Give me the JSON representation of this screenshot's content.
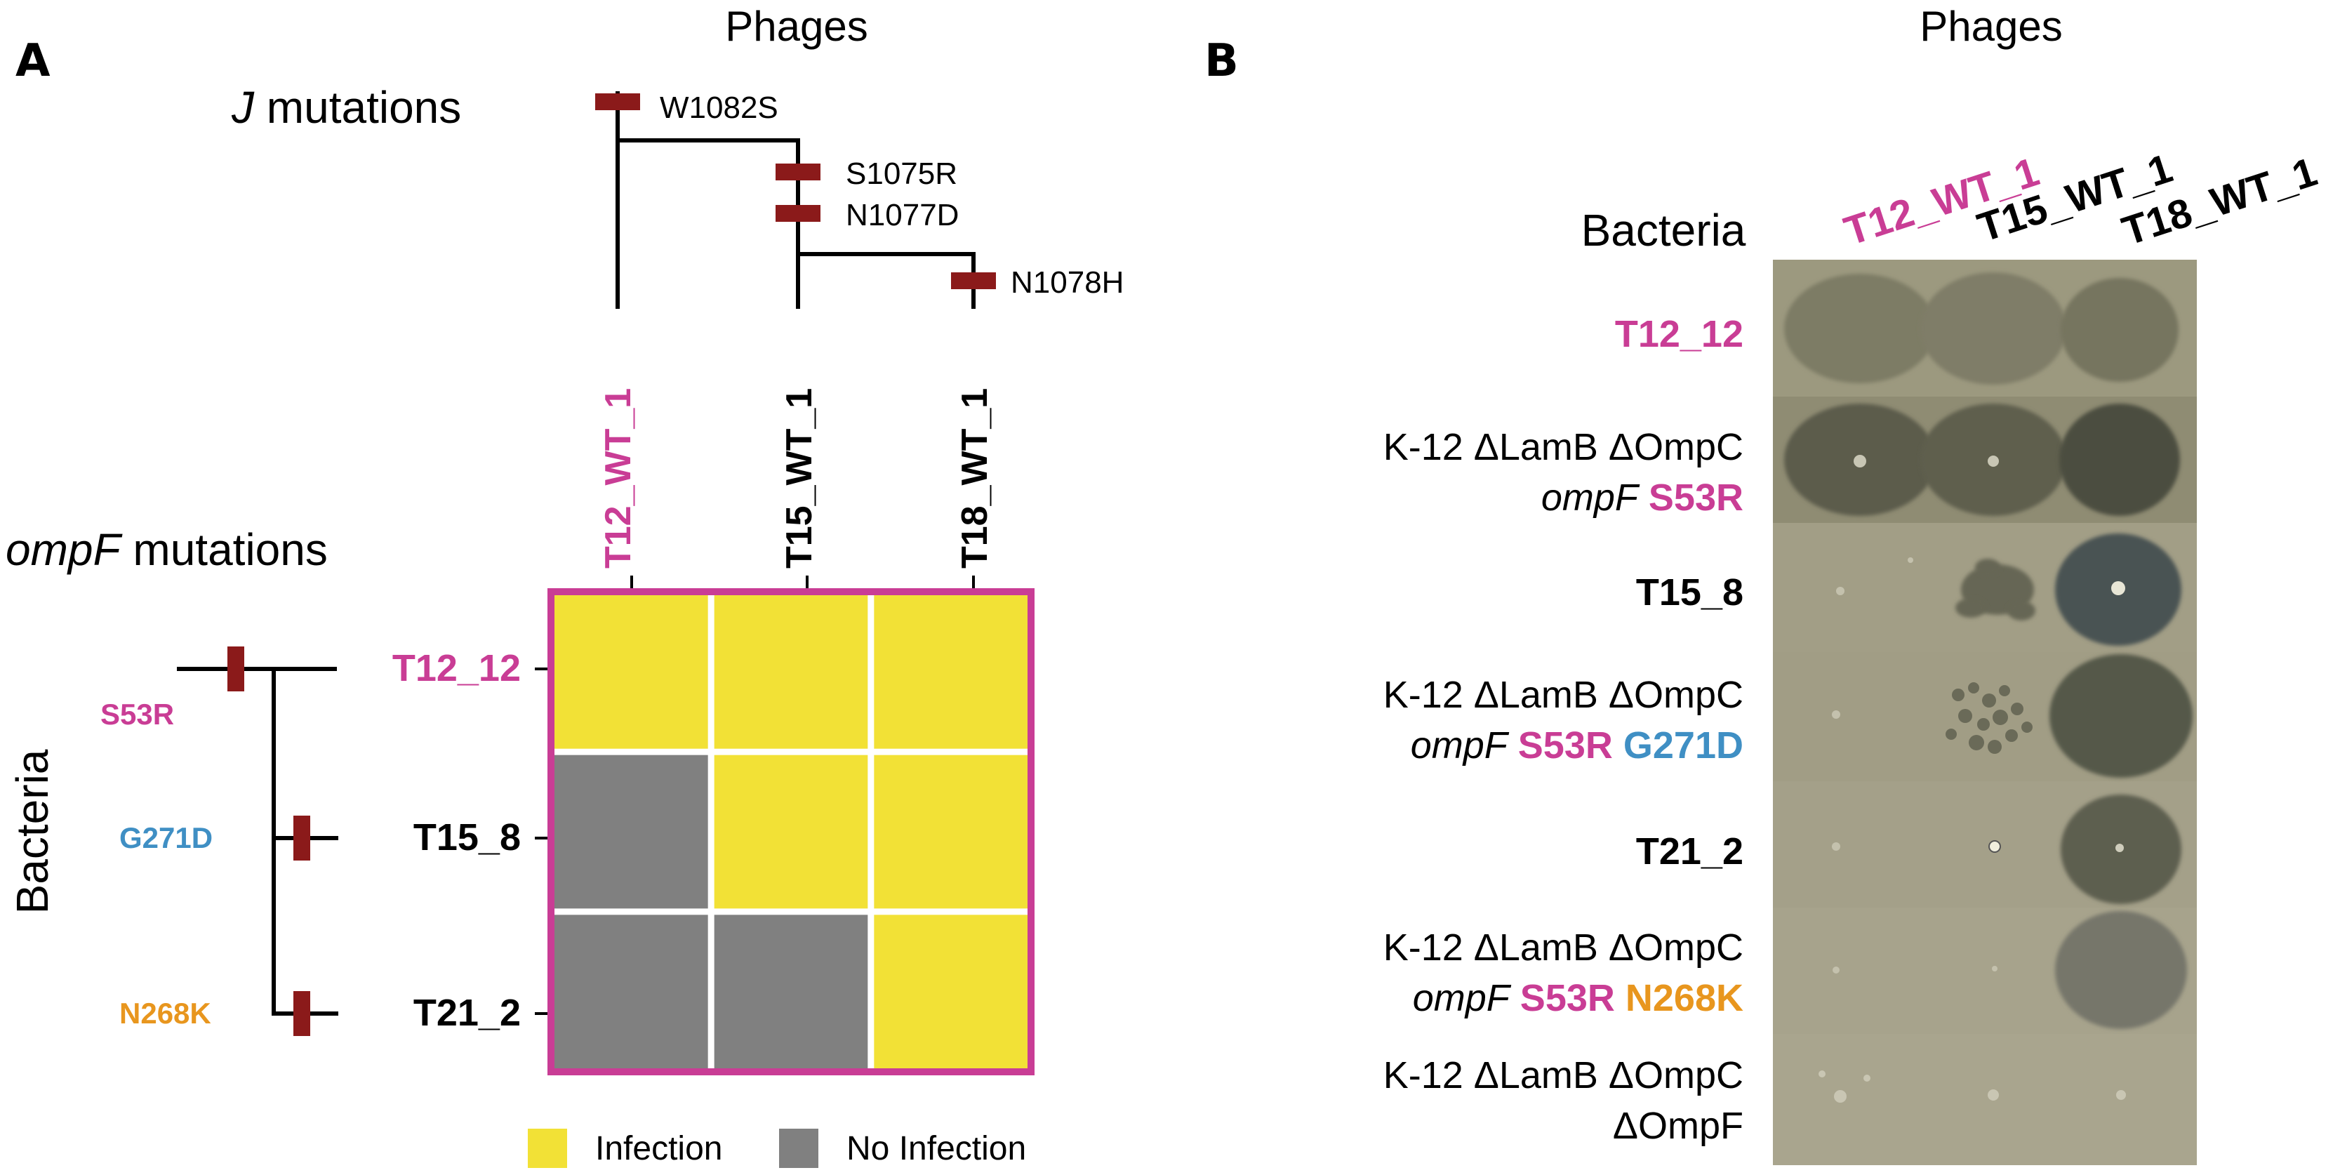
{
  "colors": {
    "magenta": "#c93d95",
    "blue": "#3f8fc4",
    "orange": "#e8961e",
    "black": "#000000",
    "mutation_bar": "#8b1a1a",
    "infection": "#f2e136",
    "no_infection": "#808080",
    "grid_border": "#c93d95",
    "plate_bg": "#a19d82"
  },
  "panel_a": {
    "letter": "A",
    "phages_title": "Phages",
    "bacteria_title": "Bacteria",
    "j_label_italic": "J",
    "j_label_rest": " mutations",
    "ompf_label_italic": "ompF",
    "ompf_label_rest": " mutations",
    "phage_mutations": [
      {
        "label": "W1082S"
      },
      {
        "label": "S1075R"
      },
      {
        "label": "N1077D"
      },
      {
        "label": "N1078H"
      }
    ],
    "phages": [
      {
        "label": "T12_WT_1",
        "color": "#c93d95"
      },
      {
        "label": "T15_WT_1",
        "color": "#000000"
      },
      {
        "label": "T18_WT_1",
        "color": "#000000"
      }
    ],
    "bacteria": [
      {
        "label": "T12_12",
        "color": "#c93d95"
      },
      {
        "label": "T15_8",
        "color": "#000000"
      },
      {
        "label": "T21_2",
        "color": "#000000"
      }
    ],
    "bacteria_mutations": [
      {
        "label": "S53R",
        "color": "#c93d95"
      },
      {
        "label": "G271D",
        "color": "#3f8fc4"
      },
      {
        "label": "N268K",
        "color": "#e8961e"
      }
    ],
    "matrix": [
      [
        1,
        1,
        1
      ],
      [
        0,
        1,
        1
      ],
      [
        0,
        0,
        1
      ]
    ],
    "legend": {
      "infection": "Infection",
      "no_infection": "No Infection"
    }
  },
  "panel_b": {
    "letter": "B",
    "phages_title": "Phages",
    "bacteria_title": "Bacteria",
    "phage_headers": [
      {
        "label": "T12_WT_1",
        "color": "#c93d95"
      },
      {
        "label": "T15_WT_1",
        "color": "#000000"
      },
      {
        "label": "T18_WT_1",
        "color": "#000000"
      }
    ],
    "row_labels": {
      "r0": "T12_12",
      "r1_line1": "K-12 ΔLamB ΔOmpC",
      "r1_ital": "ompF",
      "r1_m1": "S53R",
      "r2": "T15_8",
      "r3_line1": "K-12 ΔLamB ΔOmpC",
      "r3_ital": "ompF",
      "r3_m1": "S53R",
      "r3_m2": "G271D",
      "r4": "T21_2",
      "r5_line1": "K-12 ΔLamB ΔOmpC",
      "r5_ital": "ompF",
      "r5_m1": "S53R",
      "r5_m2": "N268K",
      "r6_line1": "K-12 ΔLamB ΔOmpC",
      "r6_line2": "ΔOmpF"
    }
  }
}
